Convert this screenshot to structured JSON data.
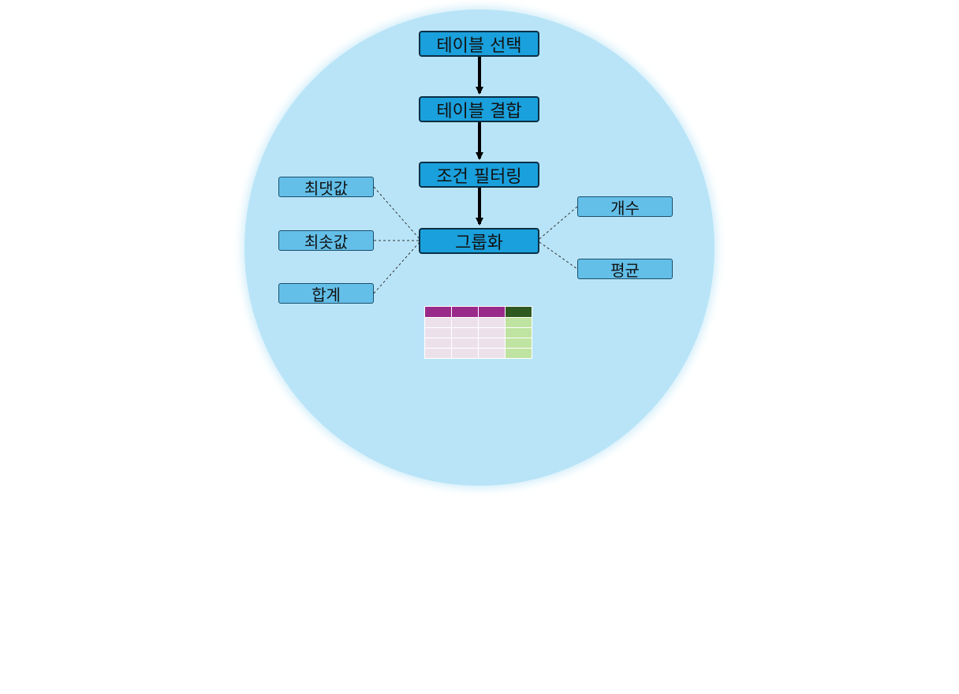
{
  "steps": [
    {
      "label": "테이블 선택"
    },
    {
      "label": "테이블 결합"
    },
    {
      "label": "조건 필터링"
    },
    {
      "label": "그룹화"
    }
  ],
  "aggregates_left": [
    {
      "label": "최댓값"
    },
    {
      "label": "최솟값"
    },
    {
      "label": "합계"
    }
  ],
  "aggregates_right": [
    {
      "label": "개수"
    },
    {
      "label": "평균"
    }
  ],
  "table_icon": {
    "columns": 4,
    "body_rows": 4,
    "highlighted_column": 4
  },
  "colors": {
    "background_circle": "#b9e4f7",
    "step_box": "#1aa0dc",
    "aggregate_box": "#63bfe8",
    "table_header": "#9a2a8a",
    "table_header_highlight": "#2e5a22",
    "table_cell": "#ece1eb",
    "table_cell_highlight": "#bfe3a0"
  }
}
